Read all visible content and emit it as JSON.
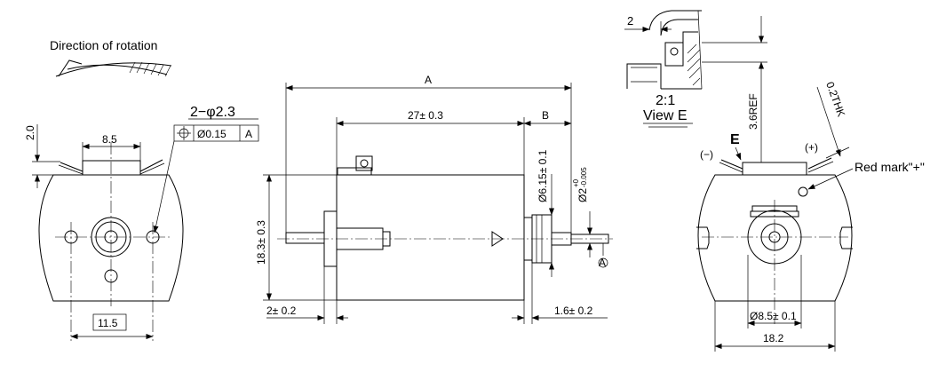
{
  "front_view": {
    "rotation_label": "Direction of rotation",
    "holes_label": "2−φ2.3",
    "tolerance_value": "Ø0.15",
    "datum": "A",
    "dim_top_height": "2.0",
    "dim_tabs_width": "8.5",
    "dim_bottom_width": "11.5"
  },
  "side_view": {
    "dim_overall": "A",
    "dim_body": "27± 0.3",
    "dim_shaft_extension": "B",
    "dim_height": "18.3± 0.3",
    "dim_boss_diameter": "Ø6.15± 0.1",
    "dim_shaft_diameter": "Ø2",
    "dim_shaft_tol_upper": "+0",
    "dim_shaft_tol_lower": "-0.005",
    "dim_flange": "2± 0.2",
    "dim_bushing": "1.6± 0.2",
    "datum": "A"
  },
  "detail_view": {
    "dim_width": "2",
    "scale": "2:1",
    "title": "View E"
  },
  "rear_view": {
    "view_marker": "E",
    "dim_ref": "3.6REF",
    "dim_thickness": "0.2THK",
    "negative_label": "(−)",
    "positive_label": "(+)",
    "red_mark_label": "Red mark\"+\"",
    "dim_bearing": "Ø8.5± 0.1",
    "dim_width": "18.2"
  }
}
